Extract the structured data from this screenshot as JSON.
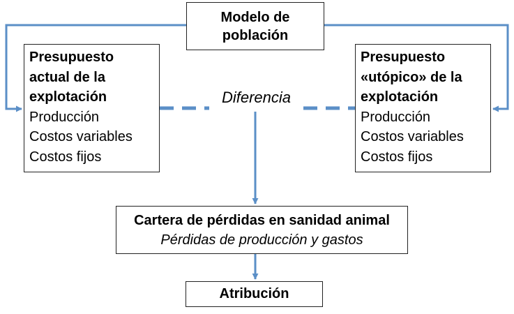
{
  "colors": {
    "connector": "#5b8fc7",
    "border": "#222222",
    "background": "#ffffff"
  },
  "population_model": {
    "line1": "Modelo de",
    "line2": "población"
  },
  "actual_budget": {
    "title_lines": [
      "Presupuesto",
      "actual de la",
      "explotación"
    ],
    "items": [
      "Producción",
      "Costos variables",
      "Costos fijos"
    ]
  },
  "utopic_budget": {
    "title_lines": [
      "Presupuesto",
      "«utópico» de la",
      "explotación"
    ],
    "items": [
      "Producción",
      "Costos variables",
      "Costos fijos"
    ]
  },
  "difference": {
    "label": "Diferencia"
  },
  "loss_portfolio": {
    "title": "Cartera de pérdidas en sanidad animal",
    "subtitle": "Pérdidas de producción y gastos"
  },
  "attribution": {
    "label": "Atribución"
  }
}
